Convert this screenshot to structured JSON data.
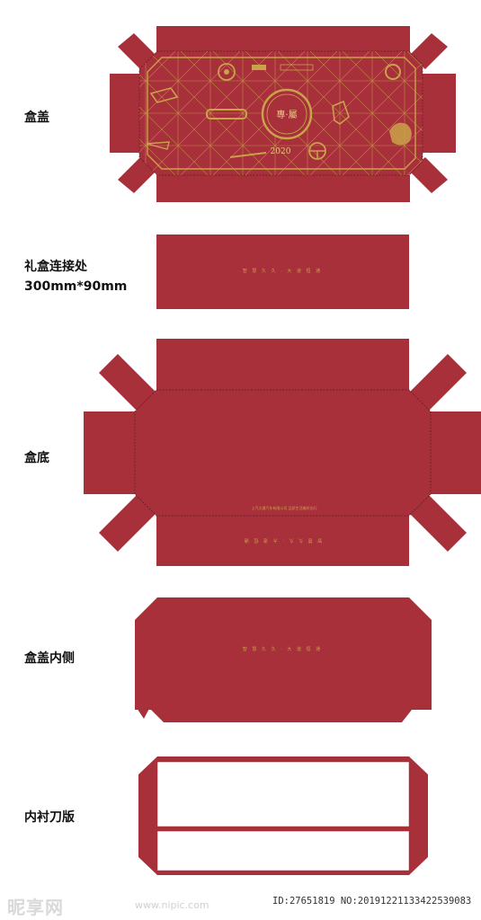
{
  "labels": {
    "lid": "盒盖",
    "connector_line1": "礼盒连接处",
    "connector_line2": "300mm*90mm",
    "base": "盒底",
    "lid_inner": "盒盖内侧",
    "liner": "内衬刀版"
  },
  "artwork": {
    "lid_center_emblem": "專·屬",
    "lid_year": "2020",
    "connector_slogan": "智 慧 久 久 · 大 道 恒 通",
    "base_company_line": "上汽大通汽车有限公司   品质生活美好出行",
    "base_bottom_text": "智 慧 久 久 · 大 道 恒 通",
    "lid_inner_slogan": "智 慧 久 久 · 大 道 恒 通"
  },
  "watermark": {
    "logo_text": "昵享网",
    "url": "www.nipic.com",
    "id_line": "ID:27651819 NO:20191221133422539083"
  },
  "colors": {
    "box_red": "#a8303b",
    "gold": "#c9a24a",
    "fold_line": "#5a1a20"
  }
}
